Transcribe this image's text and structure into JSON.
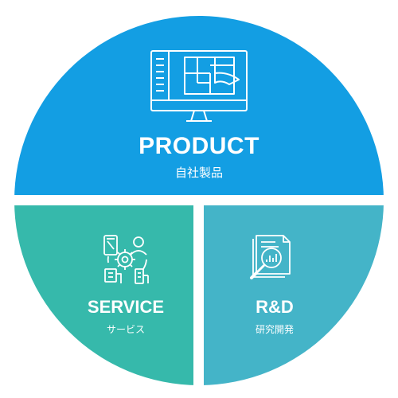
{
  "colors": {
    "product": "#139ee3",
    "service": "#36b9ab",
    "rd": "#44b4c8",
    "divider": "#ffffff"
  },
  "segments": {
    "product": {
      "title": "PRODUCT",
      "subtitle": "自社製品",
      "icon": "monitor-icon"
    },
    "service": {
      "title": "SERVICE",
      "subtitle": "サービス",
      "icon": "service-people-gear-icon"
    },
    "rd": {
      "title": "R&D",
      "subtitle": "研究開発",
      "icon": "document-magnifier-icon"
    }
  }
}
